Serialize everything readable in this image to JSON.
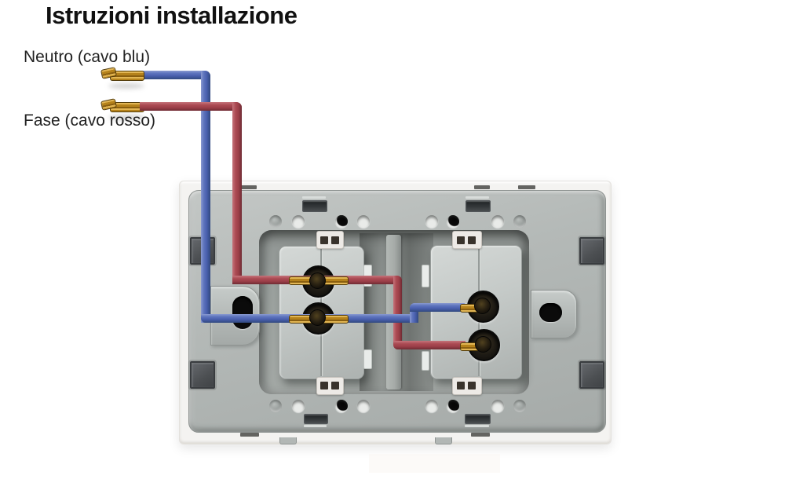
{
  "title": "Istruzioni installazione",
  "wire_labels": {
    "neutral": "Neutro (cavo blu)",
    "phase": "Fase (cavo rosso)"
  },
  "colors": {
    "neutral_wire_blue": "#4a60ae",
    "phase_wire_red": "#9c3f49",
    "copper_conductor": "#b5821b",
    "device_frame_white": "#f4f3f1",
    "mounting_plate_gray": "#b4b9b7",
    "module_gray": "#c4c9c7",
    "terminal_dark": "#1d1a14",
    "background": "#ffffff",
    "title_text": "#111111"
  },
  "device": {
    "type": "wall-socket-rear-view",
    "modules": [
      {
        "id": "left-module",
        "terminals": [
          {
            "position": "top",
            "connected_wire": "phase (red)"
          },
          {
            "position": "bottom",
            "connected_wire": "neutral (blue)"
          }
        ]
      },
      {
        "id": "right-module",
        "terminals": [
          {
            "position": "top",
            "connected_wire": "neutral (blue)"
          },
          {
            "position": "bottom",
            "connected_wire": "phase (red)"
          }
        ]
      }
    ]
  },
  "connections": [
    {
      "wire": "neutral",
      "color_name": "blu",
      "path": "from Neutro label through left-module bottom terminal to right-module top terminal"
    },
    {
      "wire": "phase",
      "color_name": "rosso",
      "path": "from Fase label through left-module top terminal to right-module bottom terminal"
    }
  ]
}
